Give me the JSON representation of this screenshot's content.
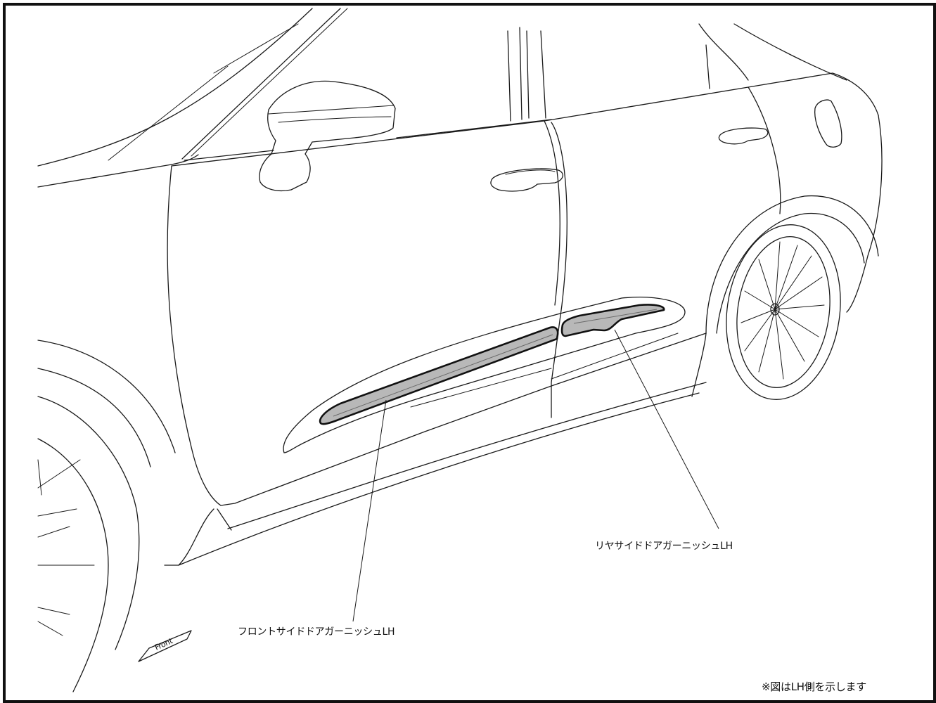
{
  "figure": {
    "labels": {
      "front_garnish": "フロントサイドドアガーニッシュLH",
      "rear_garnish": "リヤサイドドアガーニッシュLH",
      "note": "※図はLH側を示します",
      "direction": "Front"
    },
    "colors": {
      "frame": "#111111",
      "line": "#1a1a1a",
      "highlight_part": "#b8b8b8"
    }
  }
}
